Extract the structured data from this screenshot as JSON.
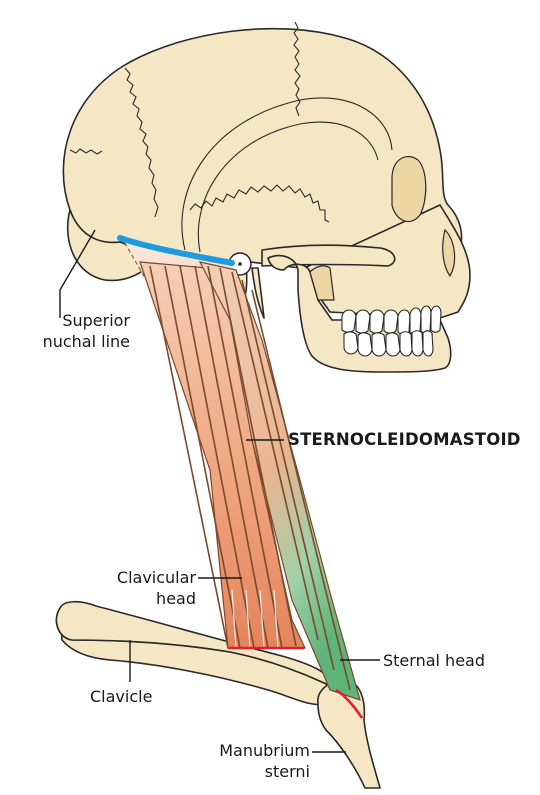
{
  "figure": {
    "muscle_title": "STERNOCLEIDOMASTOID",
    "labels": {
      "superior_nuchal_line": [
        "Superior",
        "nuchal line"
      ],
      "clavicular_head": [
        "Clavicular",
        "head"
      ],
      "sternal_head": "Sternal head",
      "clavicle": "Clavicle",
      "manubrium_sterni": [
        "Manubrium",
        "sterni"
      ]
    },
    "colors": {
      "bone": "#f6e7c4",
      "attachment_skull": "#1e9be0",
      "attachment_clavicle_sternum": "#e0202a",
      "clavicular_head_muscle": "#e9a07a",
      "sternal_head_muscle": "#6fbf8a",
      "muscle_fibres": "#7a4a2a"
    }
  }
}
